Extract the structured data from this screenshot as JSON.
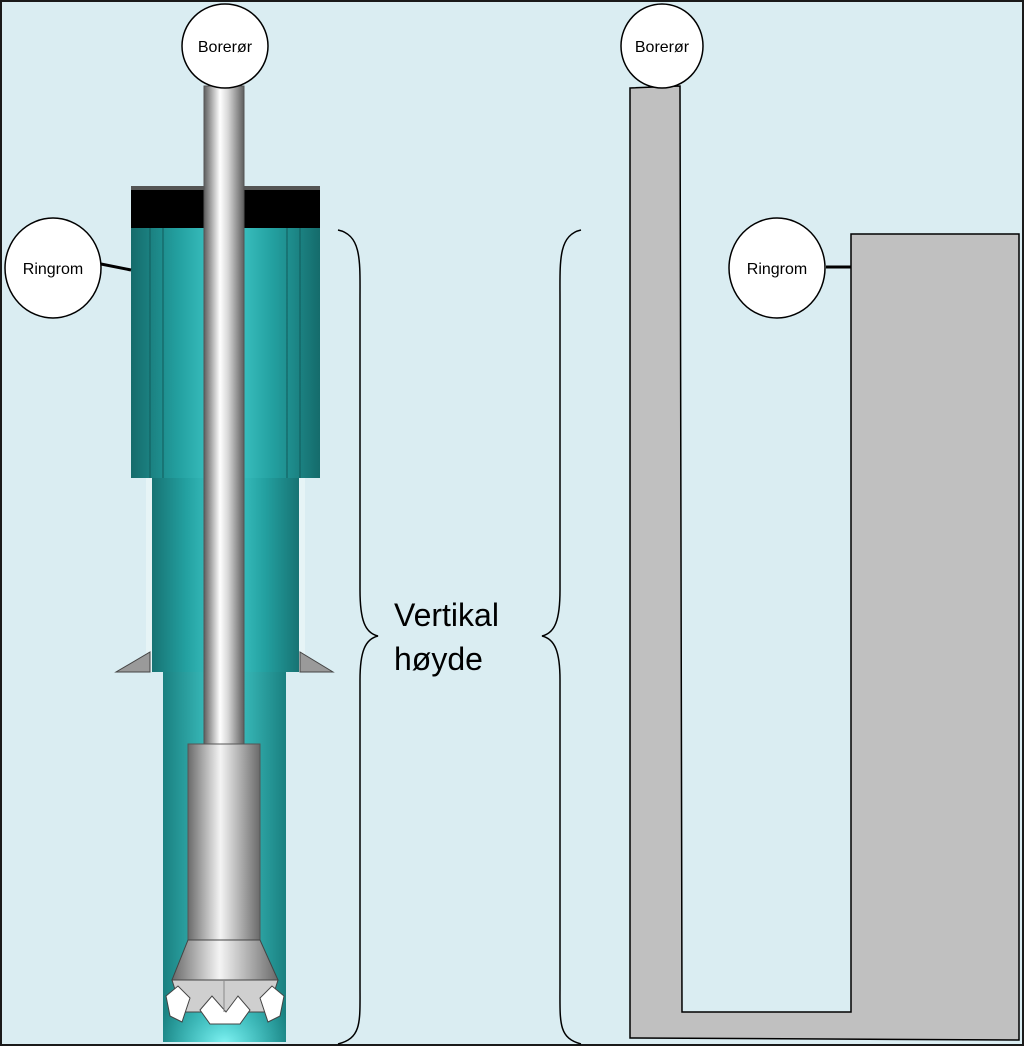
{
  "labels": {
    "left_drill_pipe": "Borerør",
    "right_drill_pipe": "Borerør",
    "left_annulus": "Ringrom",
    "right_annulus": "Ringrom",
    "vertical_height_line1": "Vertikal",
    "vertical_height_line2": "høyde"
  },
  "colors": {
    "background": "#daedf2",
    "frame": "#1a1a1a",
    "well_fluid": "#1e8a8a",
    "casing_cap": "#000000",
    "pipe_gray": "#c0c0c0",
    "u_tube_gray": "#c0c0c0"
  }
}
